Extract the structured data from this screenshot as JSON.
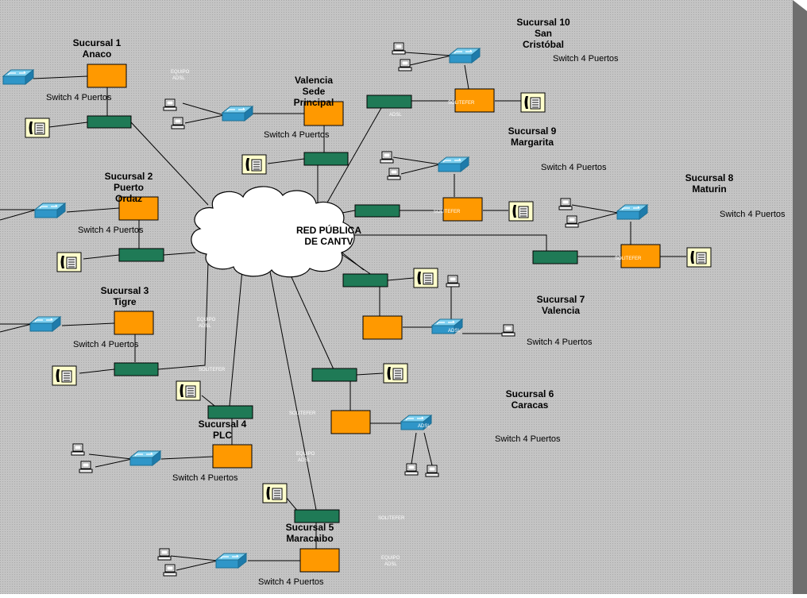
{
  "diagram": {
    "cloud": {
      "line1": "RED PÚBLICA",
      "line2": "DE CANTV"
    },
    "switch_label": "Switch 4 Puertos",
    "adsl_label_1": "EQUIPO",
    "adsl_label_2": "ADSL",
    "modem_label": "SOLITEFER",
    "colors": {
      "background": "#bdbdbd",
      "router": "#ff9900",
      "multiplexer": "#1f7a56",
      "switch": "#3aa8d8",
      "phone": "#ffffcc"
    },
    "icons": [
      "router-box",
      "switch-icon",
      "multiplexer-box",
      "phone-icon",
      "pc-icon",
      "cloud-icon"
    ],
    "branches": [
      {
        "id": "anaco",
        "title1": "Sucursal  1",
        "title2": "Anaco"
      },
      {
        "id": "valencia-sede",
        "title1": "Valencia",
        "title2": "Sede",
        "title3": "Principal"
      },
      {
        "id": "san-cristobal",
        "title1": "Sucursal  10",
        "title2": "San",
        "title3": "Cristóbal"
      },
      {
        "id": "margarita",
        "title1": "Sucursal  9",
        "title2": "Margarita"
      },
      {
        "id": "maturin",
        "title1": "Sucursal  8",
        "title2": "Maturin"
      },
      {
        "id": "puerto-ordaz",
        "title1": "Sucursal  2",
        "title2": "Puerto",
        "title3": "Ordaz"
      },
      {
        "id": "tigre",
        "title1": "Sucursal  3",
        "title2": "Tigre"
      },
      {
        "id": "valencia-7",
        "title1": "Sucursal  7",
        "title2": "Valencia"
      },
      {
        "id": "caracas",
        "title1": "Sucursal  6",
        "title2": "Caracas"
      },
      {
        "id": "plc",
        "title1": "Sucursal  4",
        "title2": "PLC"
      },
      {
        "id": "maracaibo",
        "title1": "Sucursal  5",
        "title2": "Maracaibo"
      }
    ]
  }
}
